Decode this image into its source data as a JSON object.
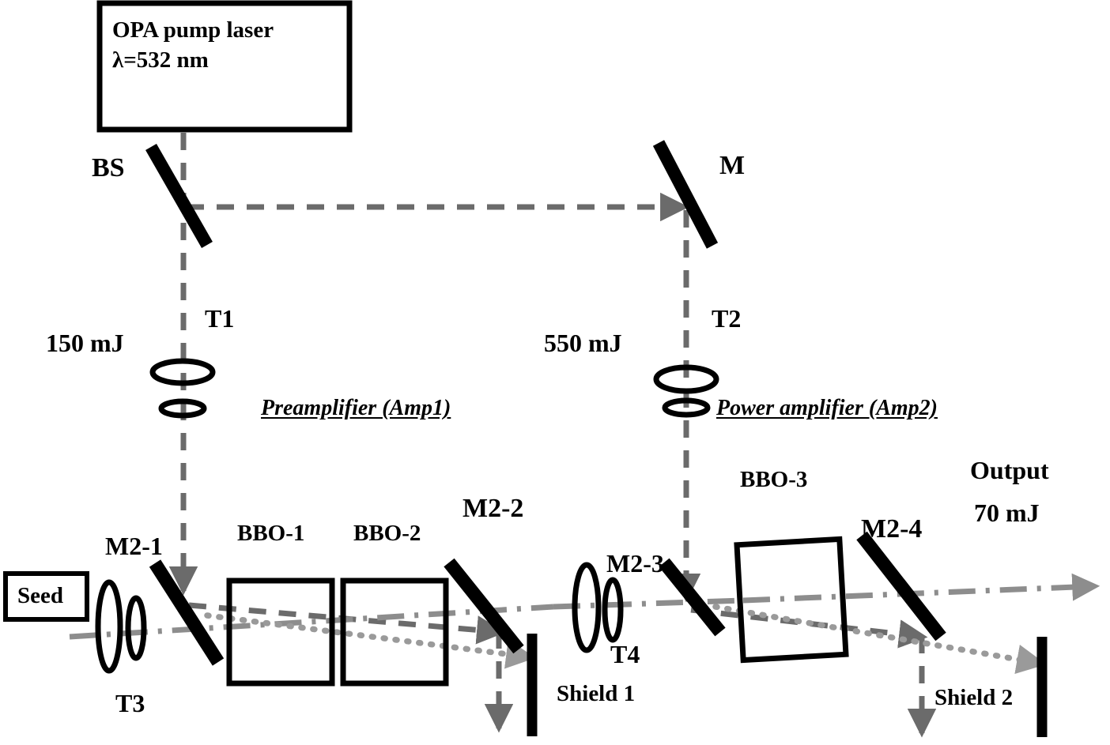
{
  "figure": {
    "title": "Optical parametric amplifier (OPA) beam layout",
    "colors": {
      "optics_black": "#000000",
      "pump_beam_gray": "#6b6b6b",
      "signal_beam_gray": "#8d8d8d",
      "idler_beam_gray": "#9a9a9a",
      "background": "#ffffff"
    }
  },
  "source": {
    "box_line1": "OPA pump laser",
    "box_line2": "λ=532 nm"
  },
  "seed": {
    "label": "Seed"
  },
  "labels": {
    "beam_splitter": "BS",
    "mirror_m": "M",
    "telescope_t1": "T1",
    "telescope_t2": "T2",
    "telescope_t3": "T3",
    "telescope_t4": "T4",
    "energy_preamp": "150 mJ",
    "energy_poweramp": "550 mJ",
    "preamplifier": "Preamplifier (Amp1)",
    "power_amplifier": "Power amplifier (Amp2)",
    "crystal_bbo1": "BBO-1",
    "crystal_bbo2": "BBO-2",
    "crystal_bbo3": "BBO-3",
    "mirror_m21": "M2-1",
    "mirror_m22": "M2-2",
    "mirror_m23": "M2-3",
    "mirror_m24": "M2-4",
    "shield1": "Shield 1",
    "shield2": "Shield 2",
    "output_title": "Output",
    "output_energy": "70 mJ"
  }
}
